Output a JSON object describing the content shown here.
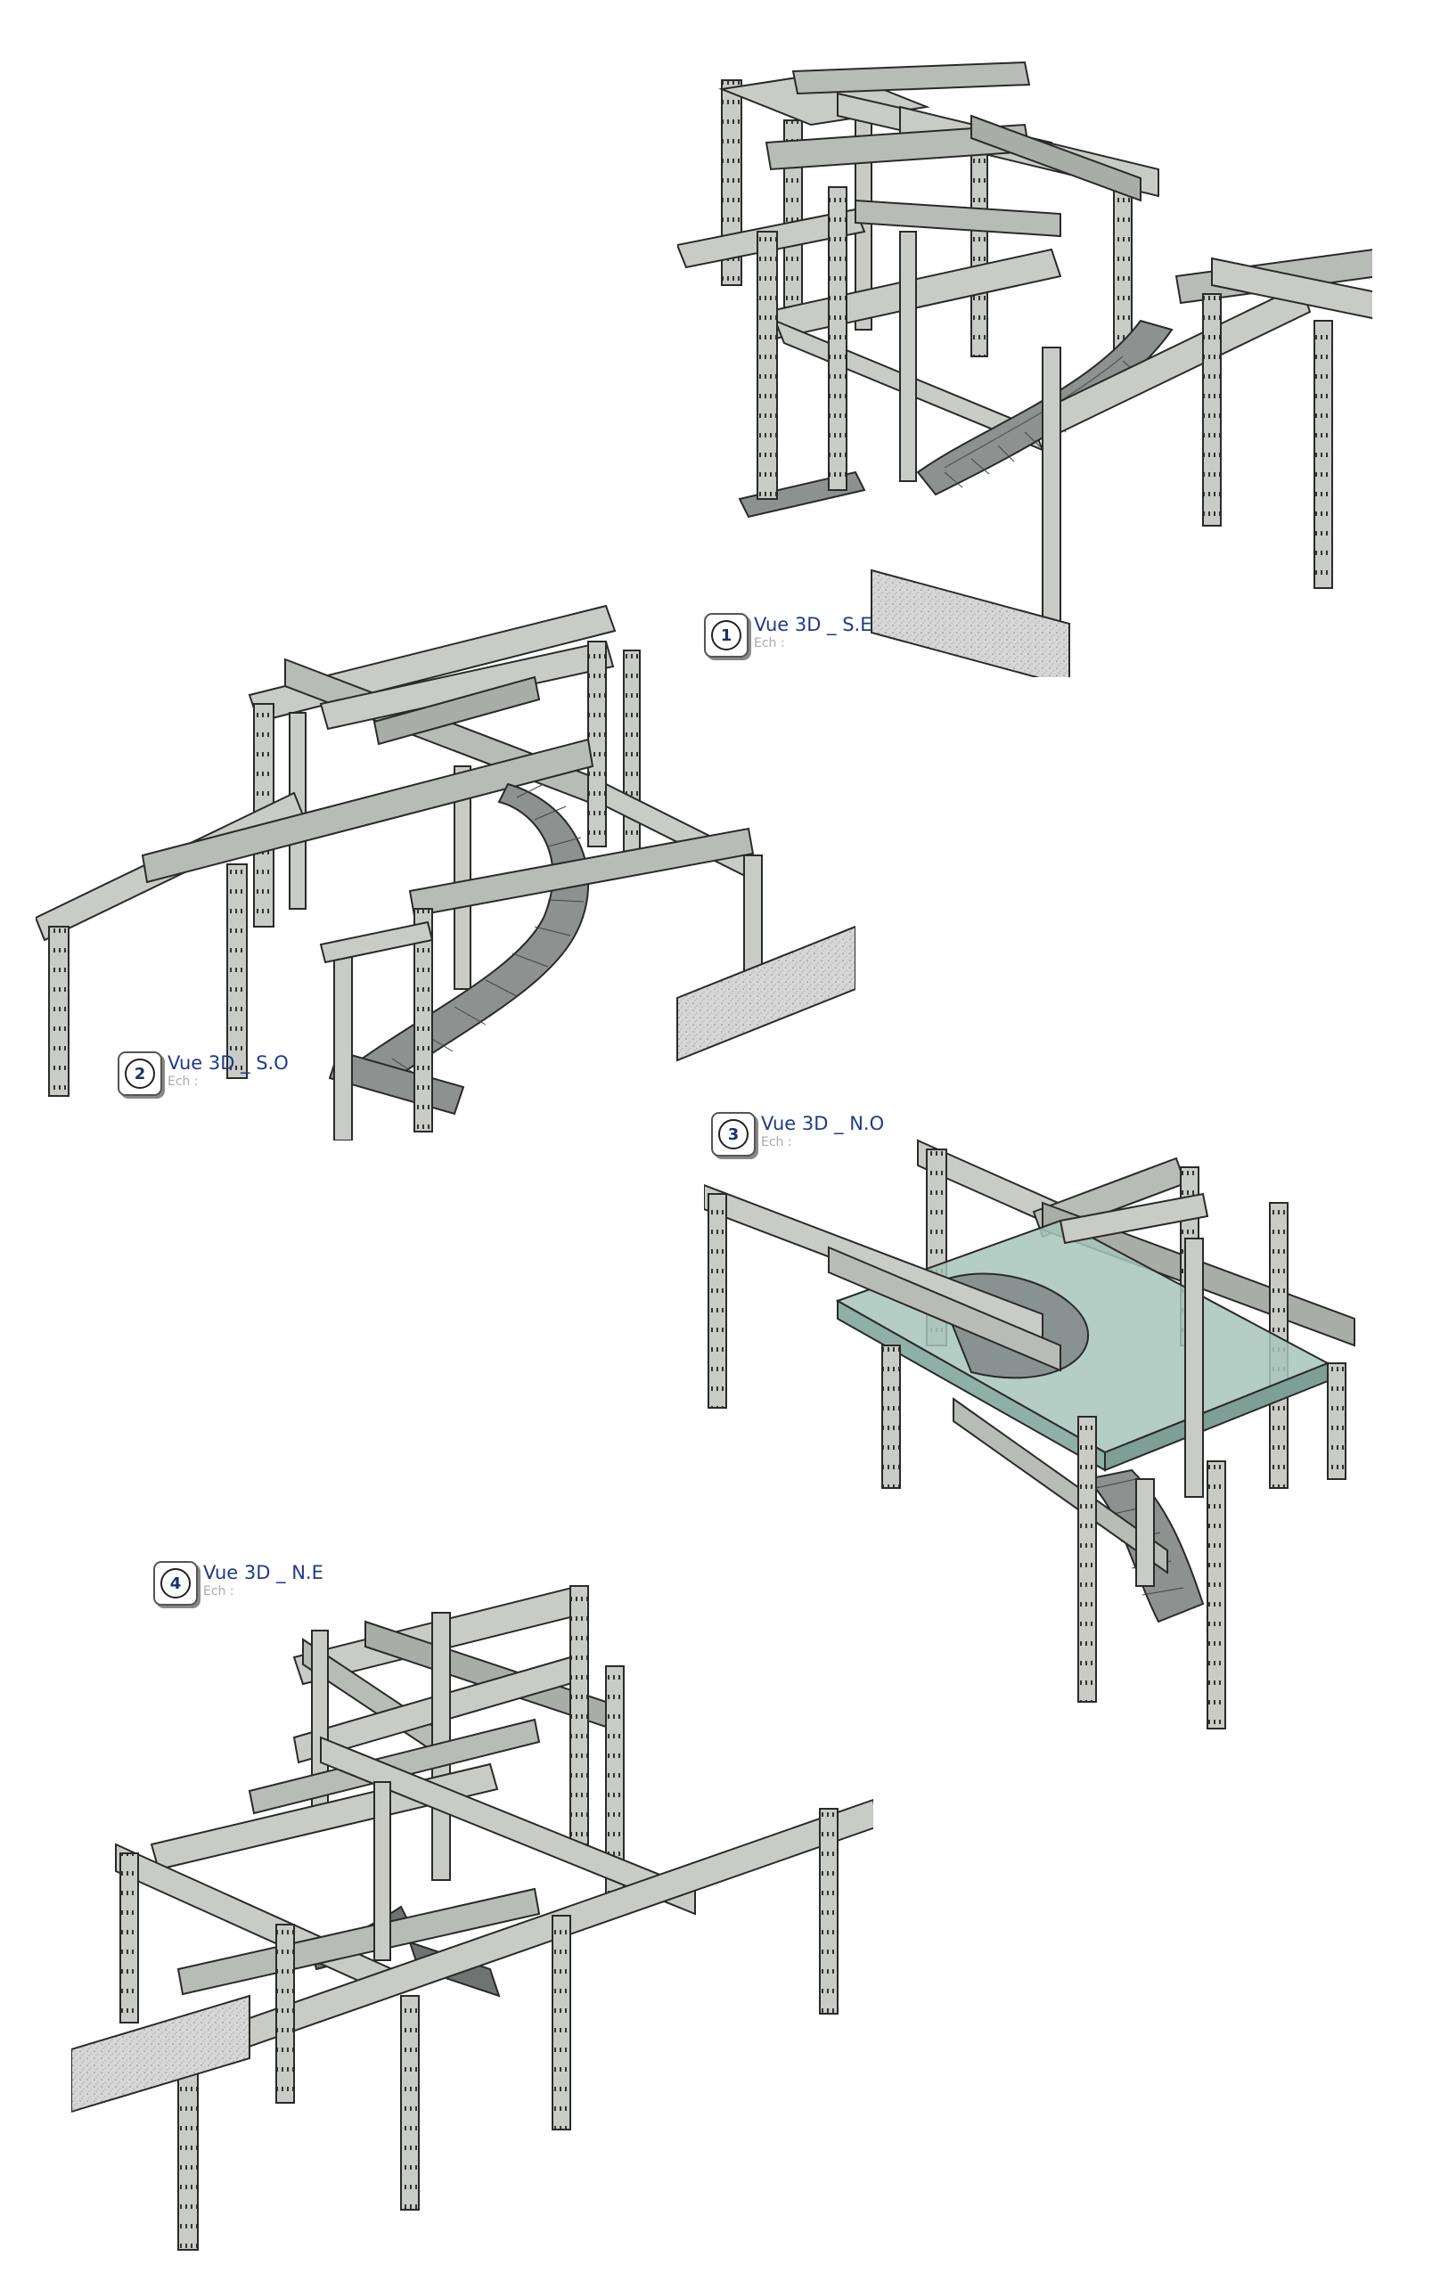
{
  "colors": {
    "steel_light": "#c9ccc6",
    "steel_mid": "#a9ada8",
    "steel_dark": "#6f7371",
    "outline": "#2a2a2a",
    "concrete": "#d6d6d6",
    "glass": "#a7c4bb",
    "label_blue": "#1f3a8c"
  },
  "views": [
    {
      "number": "1",
      "title": "Vue 3D _ S.E",
      "scale": "Ech :"
    },
    {
      "number": "2",
      "title": "Vue 3D _ S.O",
      "scale": "Ech :"
    },
    {
      "number": "3",
      "title": "Vue 3D _ N.O",
      "scale": "Ech :"
    },
    {
      "number": "4",
      "title": "Vue 3D _ N.E",
      "scale": "Ech :"
    }
  ]
}
